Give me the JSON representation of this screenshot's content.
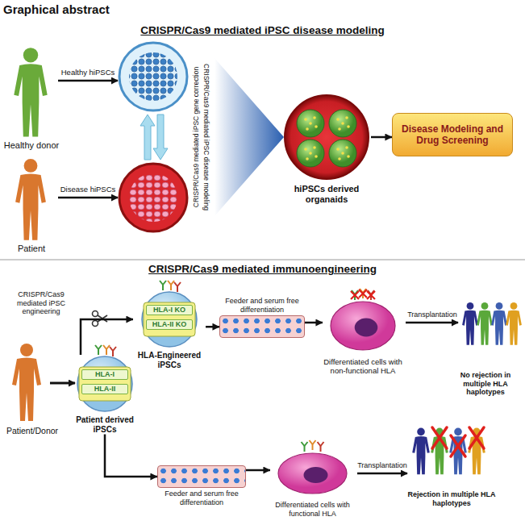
{
  "diagram": {
    "title": "Graphical abstract",
    "nodes": [
      {
        "text": [
          "hiPSCs derived organaids"
        ]
      },
      {
        "text": [
          "Disease Modeling and Drug Screening"
        ]
      },
      {
        "text": [
          "HLA-Engineered iPSCs"
        ]
      },
      {
        "text": [
          "HLA-I KO"
        ],
        "in": 2
      },
      {
        "text": [
          "HLA-II KO"
        ],
        "in": 2
      },
      {
        "text": [
          "Feeder and serum free differentiation"
        ]
      },
      {
        "text": [
          "Differentiated cells with non-functional HLA"
        ]
      },
      {
        "text": [
          "Patient derived iPSCs"
        ]
      },
      {
        "text": [
          "HLA-I"
        ],
        "in": 7
      },
      {
        "text": [
          "HLA-II"
        ],
        "in": 7
      },
      {
        "text": [
          "Feeder and serum free differentiation"
        ]
      },
      {
        "text": [
          "Differentiated cells with functional HLA"
        ]
      }
    ],
    "edges": [
      {
        "from": 0,
        "to": 1,
        "arrow": "to"
      },
      {
        "from": 7,
        "to": 2,
        "arrow": "to"
      },
      {
        "from": 2,
        "to": 5,
        "arrow": "to"
      },
      {
        "from": 5,
        "to": 6,
        "arrow": "to"
      },
      {
        "from": 7,
        "to": 10,
        "arrow": "to"
      },
      {
        "from": 10,
        "to": 11,
        "arrow": "to"
      }
    ],
    "labels": [
      "CRISPR/Cas9 mediated iPSC disease modeling",
      "Healthy donor",
      "Healthy hiPSCs",
      "Patient",
      "Disease hiPSCs",
      "CRISPR/Cas9 mediated iPSC gene correction",
      "CRISPR/Cas9 mediated iPSC disease modeling",
      "CRISPR/Cas9 mediated immunoengineering",
      "CRISPR/Cas9 mediated iPSC engineering",
      "Patient/Donor",
      "Transplantation",
      "No rejection in multiple HLA haplotypes",
      "Transplantation",
      "Rejection in multiple HLA haplotypes"
    ]
  }
}
